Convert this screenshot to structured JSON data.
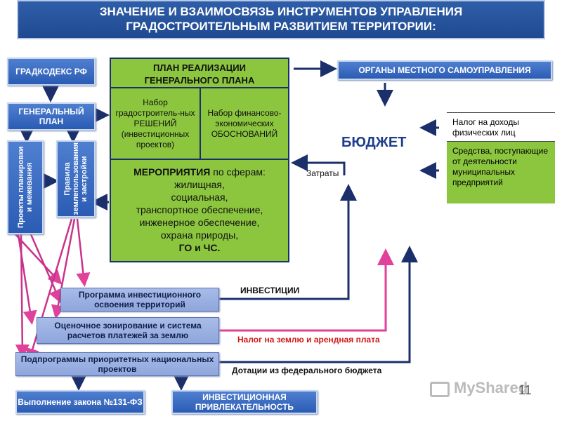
{
  "title": {
    "line1": "ЗНАЧЕНИЕ И ВЗАИМОСВЯЗЬ ИНСТРУМЕНТОВ УПРАВЛЕНИЯ",
    "line2": "ГРАДОСТРОИТЕЛЬНЫМ РАЗВИТИЕМ ТЕРРИТОРИИ:"
  },
  "left": {
    "gradkodeks": "ГРАДКОДЕКС РФ",
    "genplan": "ГЕНЕРАЛЬНЫЙ ПЛАН",
    "projects": "Проекты планировки и межевания",
    "rules": "Правила землепользования и застройки"
  },
  "center": {
    "plan_title": "ПЛАН РЕАЛИЗАЦИИ ГЕНЕРАЛЬНОГО ПЛАНА",
    "decisions": "Набор градостроитель-ных РЕШЕНИЙ (инвестиционных проектов)",
    "justifications": "Набор финансово-экономических ОБОСНОВАНИЙ",
    "measures_head": "МЕРОПРИЯТИЯ",
    "measures_rest": " по сферам:",
    "measures_list": [
      "жилищная,",
      "социальная,",
      "транспортное обеспечение,",
      "инженерное обеспечение,",
      "охрана природы,",
      "ГО и ЧС."
    ]
  },
  "right": {
    "organs": "ОРГАНЫ МЕСТНОГО САМОУПРАВЛЕНИЯ",
    "budget": "БЮДЖЕТ",
    "tax": "Налог на доходы физических лиц",
    "funds": "Средства, поступающие от деятельности муниципальных предприятий",
    "costs": "Затраты"
  },
  "programs": {
    "investment": "Программа инвестиционного освоения территорий",
    "zoning": "Оценочное зонирование и система расчетов платежей за землю",
    "subprograms": "Подпрограммы приоритетных национальных проектов"
  },
  "flows": {
    "investments": "ИНВЕСТИЦИИ",
    "land_tax": "Налог на землю и арендная плата",
    "subsidies": "Дотации из федерального бюджета"
  },
  "bottom": {
    "law": "Выполнение закона №131-ФЗ",
    "attract": "ИНВЕСТИЦИОННАЯ ПРИВЛЕКАТЕЛЬНОСТЬ"
  },
  "page_number": "11",
  "watermark": "MyShared",
  "colors": {
    "accent_blue": "#2b5cb4",
    "green": "#8cc63f",
    "arrow": "#1b2f6b",
    "pink_arrow": "#e0419a",
    "red_text": "#d01818"
  }
}
